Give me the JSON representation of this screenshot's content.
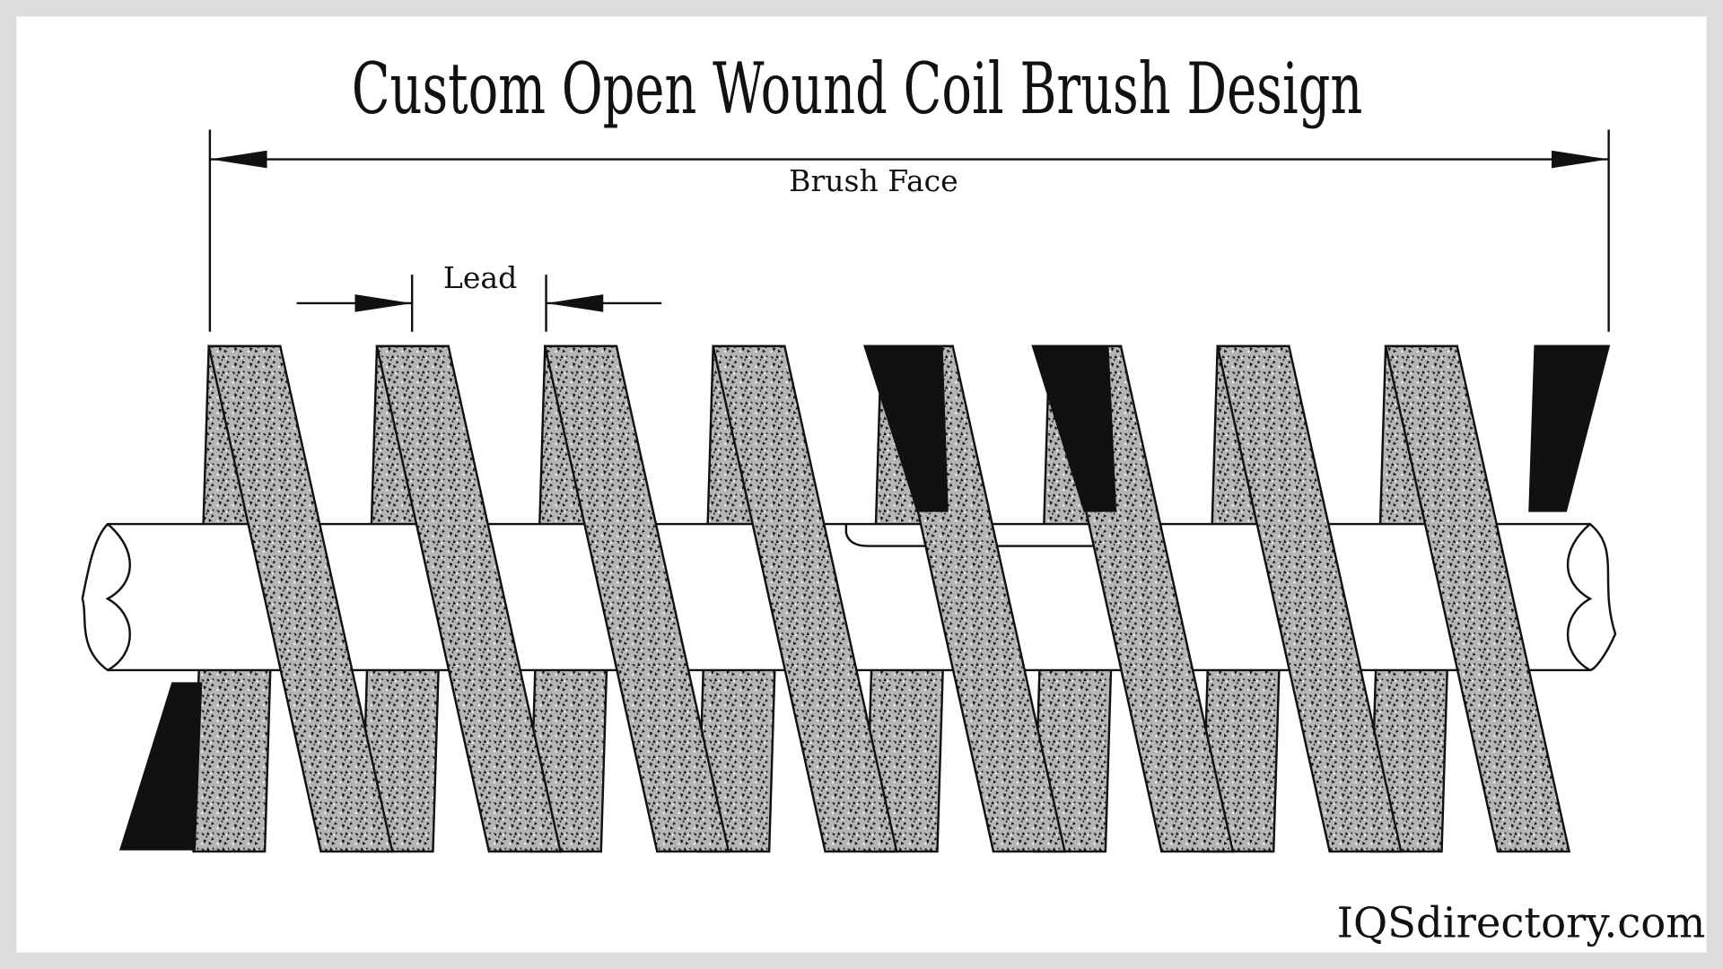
{
  "diagram": {
    "title": "Custom Open Wound Coil Brush Design",
    "dimensions": {
      "brush_face": "Brush Face",
      "lead": "Lead"
    },
    "coil_turns": 8,
    "colors": {
      "frame": "#dcdcdc",
      "background": "#ffffff",
      "ink": "#111111",
      "bristle_fill": "#9a9a9a"
    }
  },
  "branding": {
    "logo_text": "IQSdirectory.com"
  }
}
